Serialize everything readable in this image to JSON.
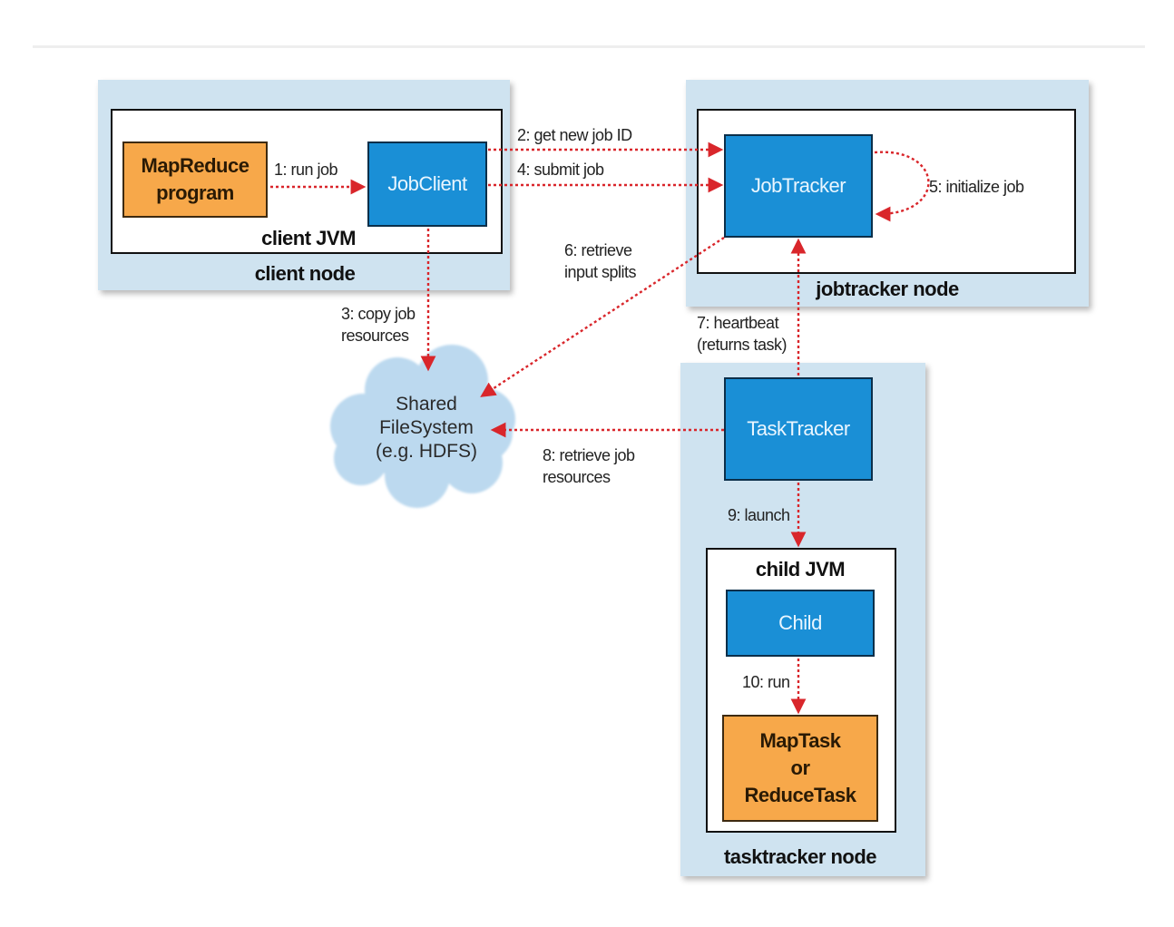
{
  "client_node": {
    "label": "client node",
    "jvm_label": "client JVM",
    "program_line1": "MapReduce",
    "program_line2": "program",
    "jobclient": "JobClient"
  },
  "jobtracker_node": {
    "label": "jobtracker node",
    "jobtracker": "JobTracker"
  },
  "tasktracker_node": {
    "label": "tasktracker node",
    "tasktracker": "TaskTracker",
    "jvm_label": "child JVM",
    "child": "Child",
    "task_line1": "MapTask",
    "task_line2": "or",
    "task_line3": "ReduceTask"
  },
  "filesystem": {
    "line1": "Shared",
    "line2": "FileSystem",
    "line3": "(e.g. HDFS)"
  },
  "steps": {
    "s1": "1: run job",
    "s2": "2: get new job ID",
    "s3_line1": "3: copy job",
    "s3_line2": "resources",
    "s4": "4: submit job",
    "s5": "5: initialize job",
    "s6_line1": "6: retrieve",
    "s6_line2": "input splits",
    "s7_line1": "7: heartbeat",
    "s7_line2": "(returns task)",
    "s8_line1": "8: retrieve job",
    "s8_line2": "resources",
    "s9": "9: launch",
    "s10": "10: run"
  },
  "colors": {
    "node_bg": "#cfe3f0",
    "process_blue": "#1a8fd6",
    "task_orange": "#f7a84a",
    "arrow_red": "#d9262b",
    "cloud_blue": "#bcd9ef"
  }
}
